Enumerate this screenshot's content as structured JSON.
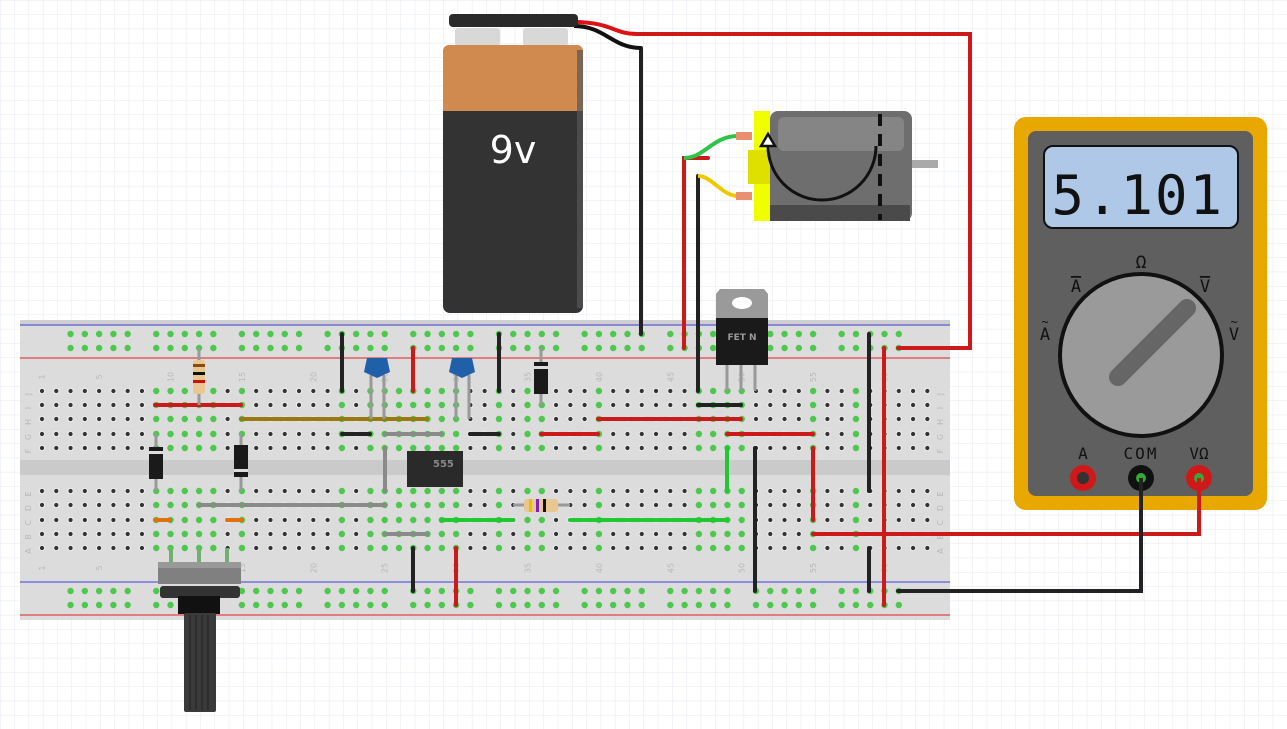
{
  "battery": {
    "label": "9v"
  },
  "multimeter": {
    "display_value": "5.101",
    "dial_labels": {
      "ohm": "Ω",
      "dc_amps": "A",
      "dc_volts": "V",
      "ac_amps": "A",
      "ac_volts": "V"
    },
    "jacks": {
      "amps": "A",
      "common": "COM",
      "volt_ohm": "VΩ"
    },
    "colors": {
      "case": "#e8a800",
      "body": "#5f5f5f",
      "lcd": "#b0c8e8"
    }
  },
  "transistor": {
    "label": "FET N"
  },
  "ic": {
    "label": "555"
  },
  "breadboard": {
    "row_letters_top": [
      "J",
      "I",
      "H",
      "G",
      "F"
    ],
    "row_letters_bottom": [
      "E",
      "D",
      "C",
      "B",
      "A"
    ],
    "column_numbers": [
      "1",
      "5",
      "10",
      "15",
      "20",
      "25",
      "30",
      "35",
      "40",
      "45",
      "50",
      "55",
      "60"
    ]
  },
  "colors": {
    "wire_red": "#cc1a1a",
    "wire_black": "#222222",
    "wire_green": "#22c832",
    "wire_gray": "#8a8a8a",
    "wire_olive": "#9a7a10",
    "connected_hole": "#4cc84c"
  }
}
